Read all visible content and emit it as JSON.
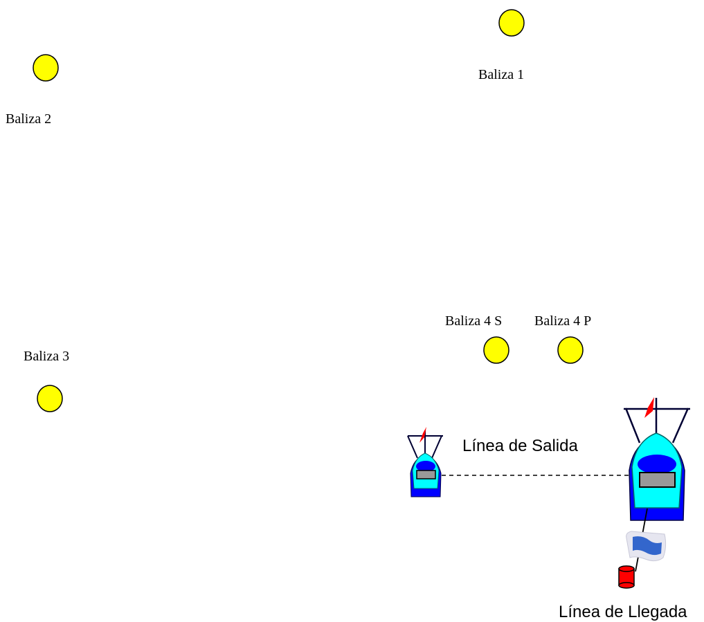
{
  "buoys": {
    "b1": {
      "label": "Baliza 1"
    },
    "b2": {
      "label": "Baliza 2"
    },
    "b3": {
      "label": "Baliza 3"
    },
    "b4s": {
      "label": "Baliza 4 S"
    },
    "b4p": {
      "label": "Baliza 4 P"
    }
  },
  "lines": {
    "start_label": "Línea de Salida",
    "finish_label": "Línea de Llegada"
  },
  "colors": {
    "buoy_fill": "#ffff00",
    "buoy_stroke": "#000000",
    "hull_light": "#00ffff",
    "hull_dark": "#0000ff",
    "cabin_gray": "#999999",
    "flag_red": "#ff0000",
    "finish_buoy": "#ff0000",
    "flag_blue": "#3366cc"
  }
}
